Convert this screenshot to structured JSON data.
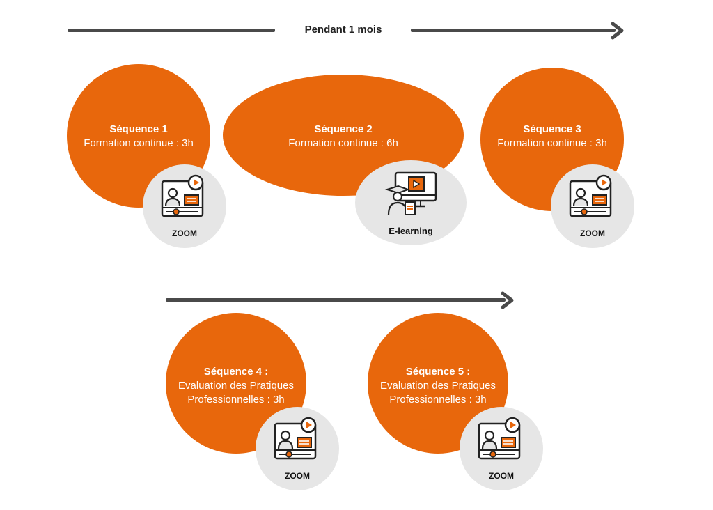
{
  "timeline": {
    "label": "Pendant 1 mois"
  },
  "sequences": [
    {
      "title": "Séquence 1",
      "desc": "Formation continue : 3h",
      "tool": "ZOOM",
      "icon": "video-conference-icon"
    },
    {
      "title": "Séquence 2",
      "desc": "Formation continue : 6h",
      "tool": "E-learning",
      "icon": "e-learning-icon"
    },
    {
      "title": "Séquence 3",
      "desc": "Formation continue : 3h",
      "tool": "ZOOM",
      "icon": "video-conference-icon"
    },
    {
      "title": "Séquence 4 :",
      "desc_line1": "Evaluation des Pratiques",
      "desc_line2": "Professionnelles : 3h",
      "tool": "ZOOM",
      "icon": "video-conference-icon"
    },
    {
      "title": "Séquence 5 :",
      "desc_line1": "Evaluation des Pratiques",
      "desc_line2": "Professionnelles : 3h",
      "tool": "ZOOM",
      "icon": "video-conference-icon"
    }
  ],
  "colors": {
    "accent": "#e8670c",
    "arrow": "#4a4a4a",
    "badge": "#e6e6e6"
  }
}
